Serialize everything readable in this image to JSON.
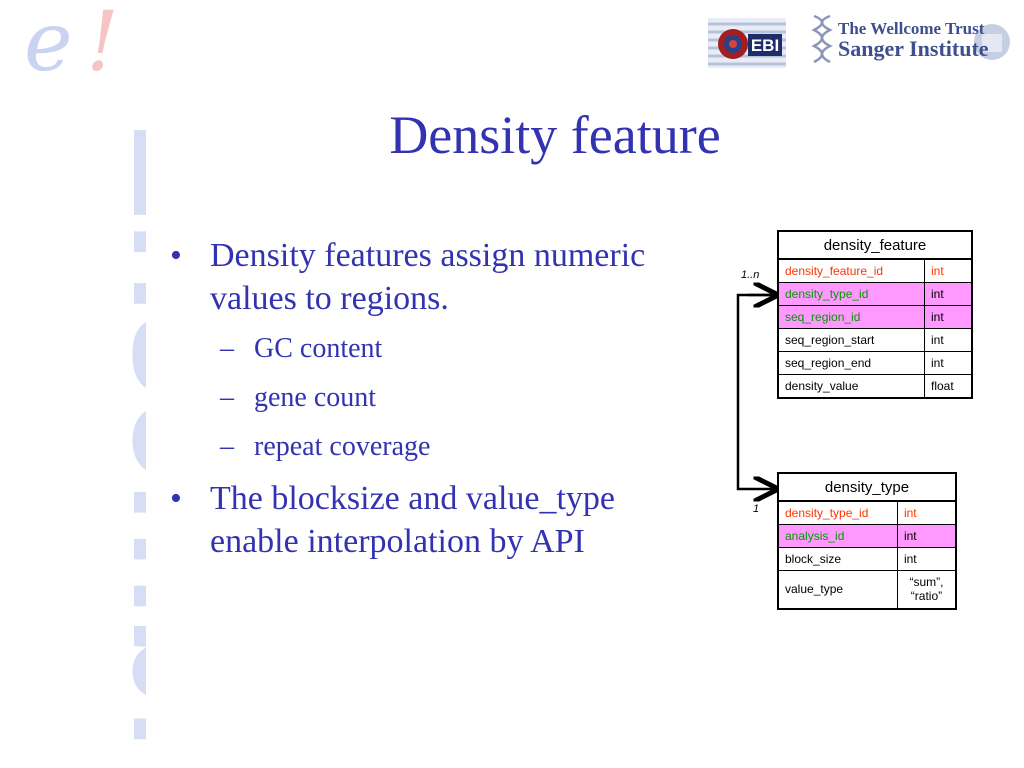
{
  "brand": {
    "logo_e": "e",
    "logo_bang": "!",
    "vertical_word": "Ensembl",
    "ebi_logo_text": "EBI",
    "sanger_line1": "The Wellcome Trust",
    "sanger_line2": "Sanger Institute"
  },
  "slide": {
    "title": "Density feature",
    "bullet1": "Density features assign numeric values to regions.",
    "sub_items": [
      "GC content",
      "gene count",
      "repeat coverage"
    ],
    "bullet2": "The blocksize and value_type enable interpolation by API"
  },
  "schema": {
    "density_feature": {
      "name": "density_feature",
      "rows": [
        {
          "col": "density_feature_id",
          "type": "int"
        },
        {
          "col": "density_type_id",
          "type": "int"
        },
        {
          "col": "seq_region_id",
          "type": "int"
        },
        {
          "col": "seq_region_start",
          "type": "int"
        },
        {
          "col": "seq_region_end",
          "type": "int"
        },
        {
          "col": "density_value",
          "type": "float"
        }
      ]
    },
    "density_type": {
      "name": "density_type",
      "rows": [
        {
          "col": "density_type_id",
          "type": "int"
        },
        {
          "col": "analysis_id",
          "type": "int"
        },
        {
          "col": "block_size",
          "type": "int"
        },
        {
          "col": "value_type",
          "type": "“sum”,"
        },
        {
          "col": "",
          "type": "“ratio”"
        }
      ]
    },
    "card_many": "1..n",
    "card_one": "1"
  },
  "colors": {
    "title_blue": "#3333b2",
    "primary_key_red": "#ff3300",
    "foreign_key_green": "#009900",
    "foreign_key_bg": "#ff99ff"
  }
}
